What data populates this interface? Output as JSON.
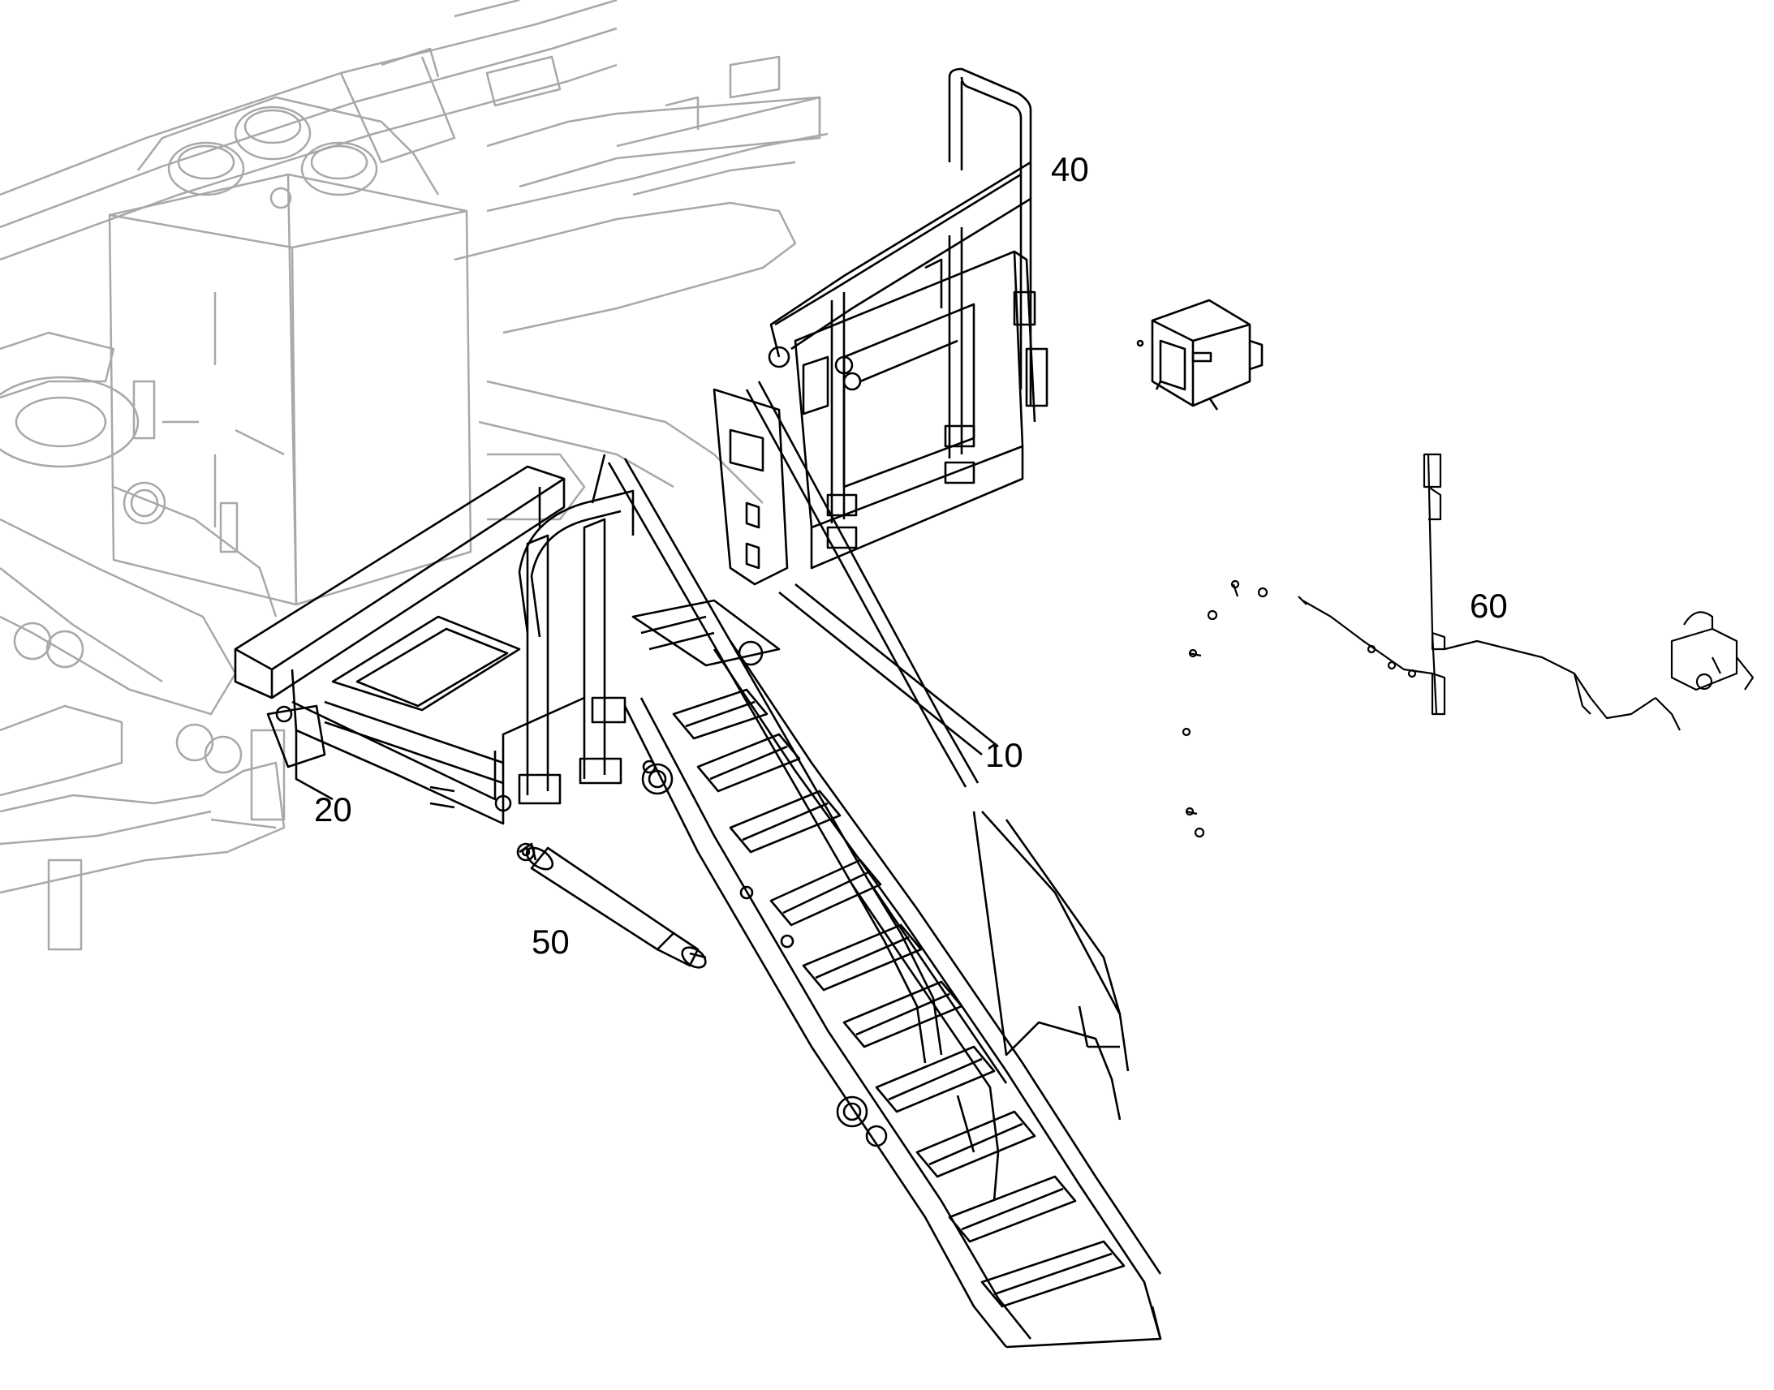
{
  "diagram": {
    "callouts": {
      "c10": "10",
      "c20": "20",
      "c40": "40",
      "c50": "50",
      "c60": "60"
    },
    "colors": {
      "background": "#ffffff",
      "highlight_line": "#000000",
      "ghost_line": "#a8a8a8"
    }
  }
}
